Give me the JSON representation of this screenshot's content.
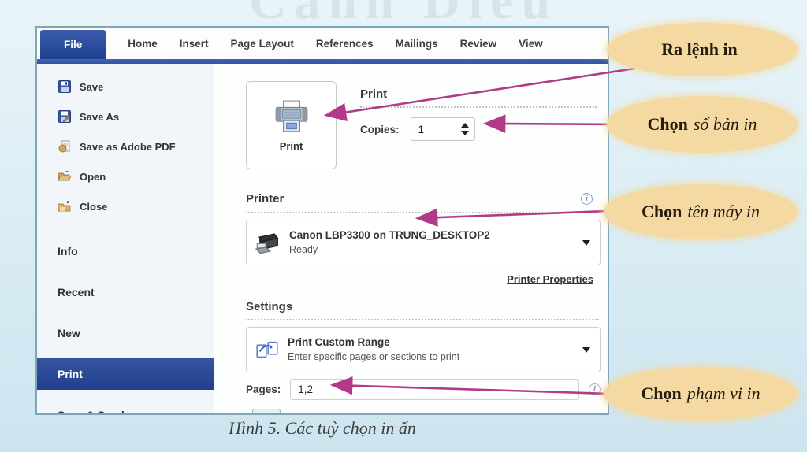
{
  "watermark": "Cánh Diều",
  "ribbon": {
    "tabs": [
      {
        "label": "File"
      },
      {
        "label": "Home"
      },
      {
        "label": "Insert"
      },
      {
        "label": "Page Layout"
      },
      {
        "label": "References"
      },
      {
        "label": "Mailings"
      },
      {
        "label": "Review"
      },
      {
        "label": "View"
      }
    ]
  },
  "sidebar": {
    "file_items": [
      {
        "label": "Save"
      },
      {
        "label": "Save As"
      },
      {
        "label": "Save as Adobe PDF"
      },
      {
        "label": "Open"
      },
      {
        "label": "Close"
      }
    ],
    "nav_items": [
      {
        "label": "Info"
      },
      {
        "label": "Recent"
      },
      {
        "label": "New"
      },
      {
        "label": "Print"
      },
      {
        "label": "Save & Send"
      }
    ]
  },
  "print_panel": {
    "print_button_label": "Print",
    "print_section_title": "Print",
    "copies_label": "Copies:",
    "copies_value": "1",
    "printer_section_title": "Printer",
    "printer_name": "Canon LBP3300 on TRUNG_DESKTOP2",
    "printer_status": "Ready",
    "printer_properties_label": "Printer Properties",
    "settings_section_title": "Settings",
    "range_title": "Print Custom Range",
    "range_subtitle": "Enter specific pages or sections to print",
    "pages_label": "Pages:",
    "pages_value": "1,2"
  },
  "callouts": [
    {
      "bold": "Ra lệnh in",
      "italic": ""
    },
    {
      "bold": "Chọn",
      "italic": "số bản in"
    },
    {
      "bold": "Chọn",
      "italic": "tên máy in"
    },
    {
      "bold": "Chọn",
      "italic": "phạm vi in"
    }
  ],
  "caption": "Hình 5. Các tuỳ chọn in ấn",
  "colors": {
    "accent_blue": "#2a4a9e",
    "arrow_magenta": "#b23a86",
    "callout_bg": "#f5d9a2"
  }
}
